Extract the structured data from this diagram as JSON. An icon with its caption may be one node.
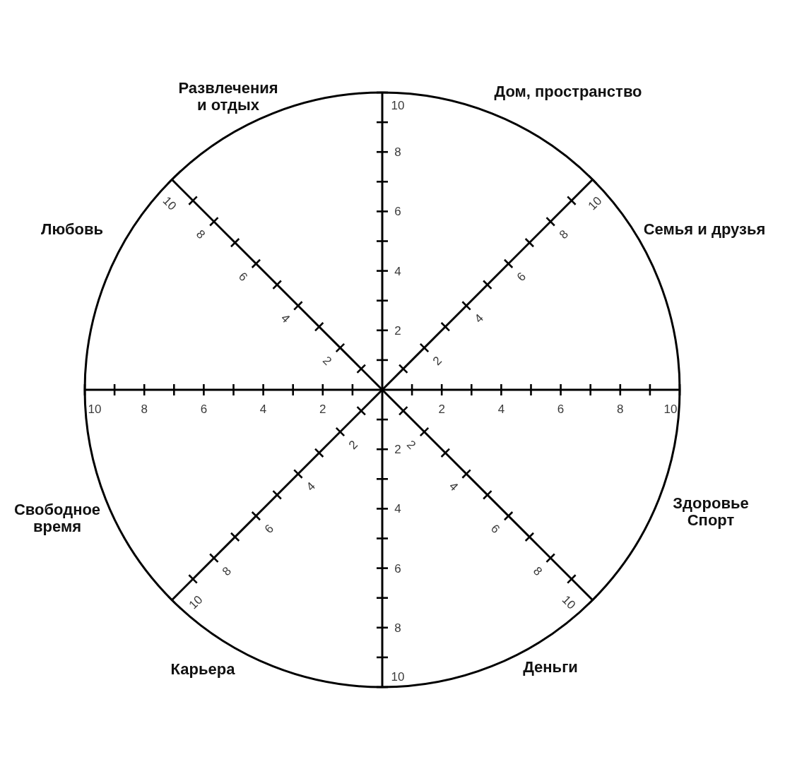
{
  "diagram": {
    "labels": [
      "Развлечения и отдых",
      "Дом, пространство",
      "Любовь",
      "Семья и друзья",
      "Свободное время",
      "Здоровье Спорт",
      "Карьера",
      "Деньги",
      "2",
      "4",
      "6",
      "8",
      "10",
      "2",
      "4",
      "6",
      "8",
      "10",
      "2",
      "4",
      "6",
      "8",
      "10",
      "2",
      "4",
      "6",
      "8",
      "10",
      "2",
      "4",
      "6",
      "8",
      "10",
      "2",
      "4",
      "6",
      "8",
      "10",
      "2",
      "4",
      "6",
      "8",
      "10",
      "2",
      "4",
      "6",
      "8",
      "10"
    ]
  }
}
